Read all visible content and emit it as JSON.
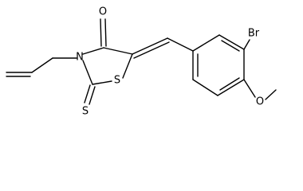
{
  "molecule": {
    "atoms": {
      "o_carbonyl": "O",
      "n_ring": "N",
      "s_ring": "S",
      "s_thione": "S",
      "br": "Br",
      "o_methoxy": "O"
    }
  },
  "colors": {
    "bond": "#000000",
    "label": "#000000",
    "background": "#ffffff"
  }
}
